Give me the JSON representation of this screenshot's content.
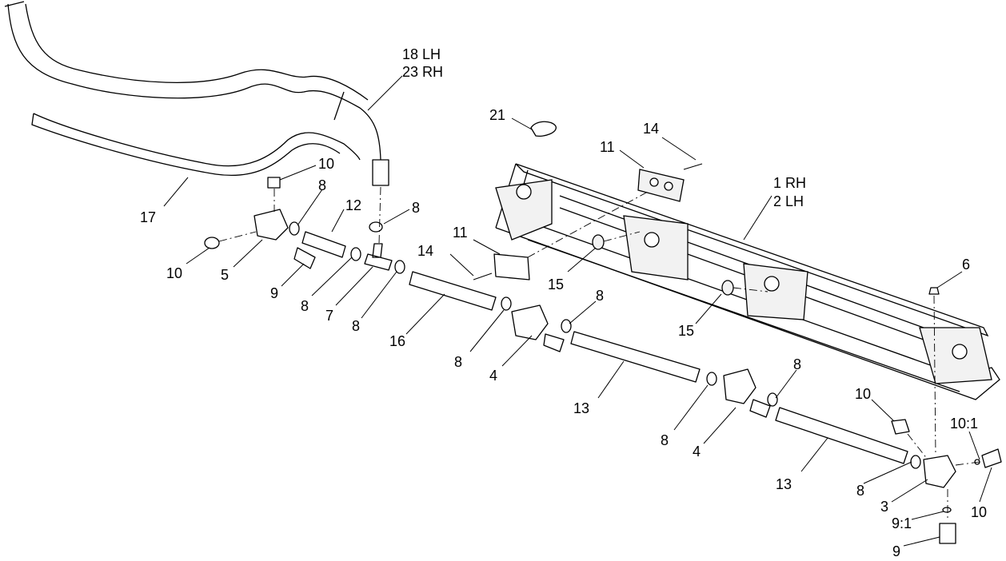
{
  "labels": {
    "l_18lh": "18 LH",
    "l_23rh": "23 RH",
    "l_21": "21",
    "l_14a": "14",
    "l_11a": "11",
    "l_1rh": "1 RH",
    "l_2lh": "2 LH",
    "l_10a": "10",
    "l_8a": "8",
    "l_12": "12",
    "l_8b": "8",
    "l_17": "17",
    "l_11b": "11",
    "l_14b": "14",
    "l_10b": "10",
    "l_5": "5",
    "l_9a": "9",
    "l_8c": "8",
    "l_7": "7",
    "l_8d": "8",
    "l_16": "16",
    "l_15a": "15",
    "l_8e": "8",
    "l_6": "6",
    "l_15b": "15",
    "l_8f": "8",
    "l_4a": "4",
    "l_13a": "13",
    "l_8g": "8",
    "l_10c": "10",
    "l_10_1": "10:1",
    "l_8h": "8",
    "l_4b": "4",
    "l_13b": "13",
    "l_8i": "8",
    "l_3": "3",
    "l_10d": "10",
    "l_9_1": "9:1",
    "l_9b": "9"
  }
}
